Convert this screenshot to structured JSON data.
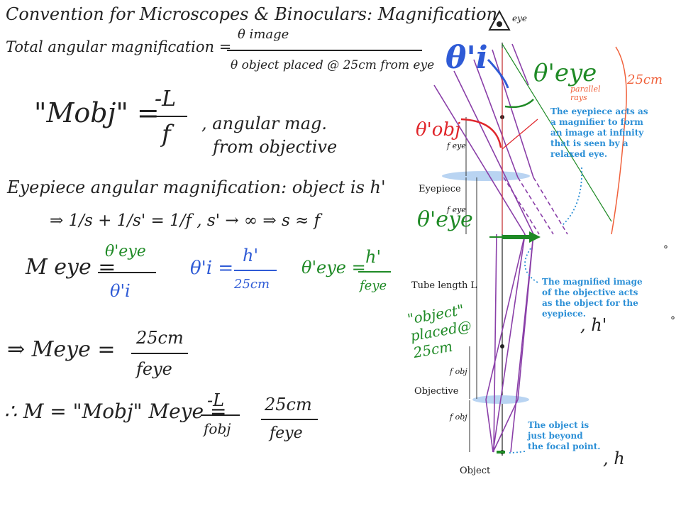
{
  "title": "Convention for Microscopes & Binoculars: Magnification",
  "total": {
    "label": "Total angular magnification =",
    "numerator": "θ image",
    "denominator": "θ object placed @ 25cm from eye"
  },
  "mobj": {
    "lhs": "\"Mobj\" =",
    "numerator": "-L",
    "denominator": "f",
    "note_line1": ", angular mag.",
    "note_line2": "from objective"
  },
  "eyepiece": {
    "intro": "Eyepiece angular magnification: object is h'",
    "lens_eq": "⇒ 1/s + 1/s' = 1/f ,  s' → ∞  ⇒  s ≈ f",
    "meye_lhs": "M eye =",
    "meye_num": "θ'eye",
    "meye_den": "θ'i",
    "thetai_lhs": "θ'i =",
    "thetai_num": "h'",
    "thetai_den": "25cm",
    "thetaeye_lhs": "θ'eye =",
    "thetaeye_num": "h'",
    "thetaeye_den": "feye"
  },
  "result1": {
    "lhs": "⇒ Meye =",
    "num": "25cm",
    "den": "feye"
  },
  "result2": {
    "lhs": "∴  M = \"Mobj\" Meye =",
    "num1": "-L",
    "den1": "fobj",
    "num2": "25cm",
    "den2": "feye"
  },
  "diagram": {
    "labels": {
      "eyepiece": "Eyepiece",
      "tube_length": "Tube length L",
      "objective": "Objective",
      "object": "Object",
      "f_eye": "f eye",
      "f_obj": "f obj",
      "eye": "eye"
    },
    "captions": {
      "eyepiece_magnifier": [
        "The eyepiece acts as",
        "a magnifier to form",
        "an image at infinity",
        "that is seen by a",
        "relaxed eye."
      ],
      "magnified_image": [
        "The magnified image",
        "of the objective acts",
        "as the object for the",
        "eyepiece."
      ],
      "object_beyond": [
        "The object is",
        "just beyond",
        "the focal point."
      ]
    },
    "annotations": {
      "theta_i": "θ'i",
      "theta_eye_top": "θ'eye",
      "parallel_rays": "parallel rays",
      "dist_25": "25cm",
      "theta_obj": "θ'obj",
      "theta_eye_mid": "θ'eye",
      "object_placed": [
        "\"object\"",
        "placed@",
        "25cm"
      ],
      "h_prime": ", h'",
      "h": ", h"
    }
  },
  "colors": {
    "ink": "#222222",
    "blue": "#2f5bd6",
    "green": "#1f8a26",
    "red": "#e0262b",
    "orange": "#f0603a",
    "caption": "#2b8fd6",
    "rays": "#8a3fa8",
    "lens": "#b9d4f2"
  }
}
